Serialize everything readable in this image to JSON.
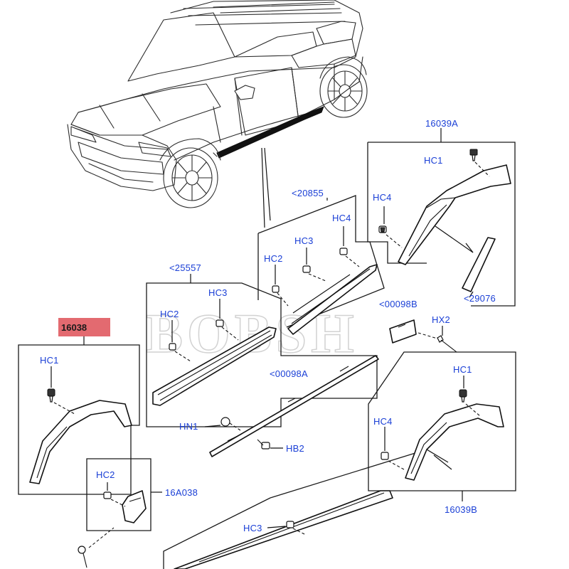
{
  "watermark": "BOBSH",
  "labels": {
    "p16039A": "16039A",
    "p20855": "<20855",
    "p25557": "<25557",
    "p16038": "16038",
    "p00098B": "<00098B",
    "p29076": "<29076",
    "p00098A": "<00098A",
    "p16A038": "16A038",
    "p16039B": "16039B",
    "hc1_tr": "HC1",
    "hc4_tr": "HC4",
    "hc4_mid": "HC4",
    "hc3_mid": "HC3",
    "hc2_mid": "HC2",
    "hc3_left": "HC3",
    "hc2_left": "HC2",
    "hc1_left": "HC1",
    "hx2": "HX2",
    "hn1": "HN1",
    "hb2": "HB2",
    "hc2_bottom": "HC2",
    "hc1_br": "HC1",
    "hc4_br": "HC4",
    "hc3_bottom": "HC3"
  },
  "colors": {
    "label_blue": "#1a3fd6",
    "highlight_red": "#e05a60",
    "line_black": "#111111"
  }
}
